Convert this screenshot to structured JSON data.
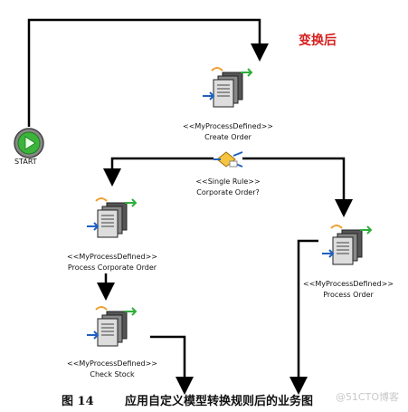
{
  "header": {
    "title": "变换后"
  },
  "start": {
    "label": "START"
  },
  "nodes": [
    {
      "stereotype": "<<MyProcessDefined>>",
      "name": "Create Order"
    },
    {
      "stereotype": "<<Single Rule>>",
      "name": "Corporate Order?"
    },
    {
      "stereotype": "<<MyProcessDefined>>",
      "name": "Process Corporate Order"
    },
    {
      "stereotype": "<<MyProcessDefined>>",
      "name": "Process Order"
    },
    {
      "stereotype": "<<MyProcessDefined>>",
      "name": "Check Stock"
    }
  ],
  "caption": {
    "figure": "图 14",
    "text": "应用自定义模型转换规则后的业务图"
  },
  "watermark": "@51CTO博客",
  "colors": {
    "title": "#d62020",
    "start_fill": "#3cb43c",
    "line": "#000000"
  }
}
